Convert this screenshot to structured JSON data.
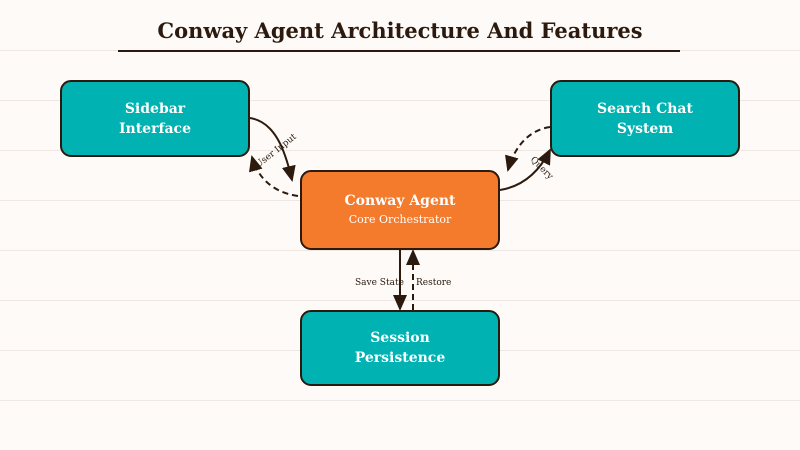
{
  "title": "Conway Agent Architecture And Features",
  "colors": {
    "background": "#fdfaf8",
    "teal_node": "#00b2b2",
    "orange_node": "#f47a2c",
    "stroke": "#2b1a0d"
  },
  "nodes": {
    "sidebar": {
      "line1": "Sidebar",
      "line2": "Interface"
    },
    "search": {
      "line1": "Search Chat",
      "line2": "System"
    },
    "agent": {
      "line1": "Conway Agent",
      "subtitle": "Core Orchestrator"
    },
    "session": {
      "line1": "Session",
      "line2": "Persistence"
    }
  },
  "edges": {
    "sidebar_agent": "User Input",
    "search_agent": "Query",
    "save_state": "Save State",
    "restore": "Restore"
  }
}
